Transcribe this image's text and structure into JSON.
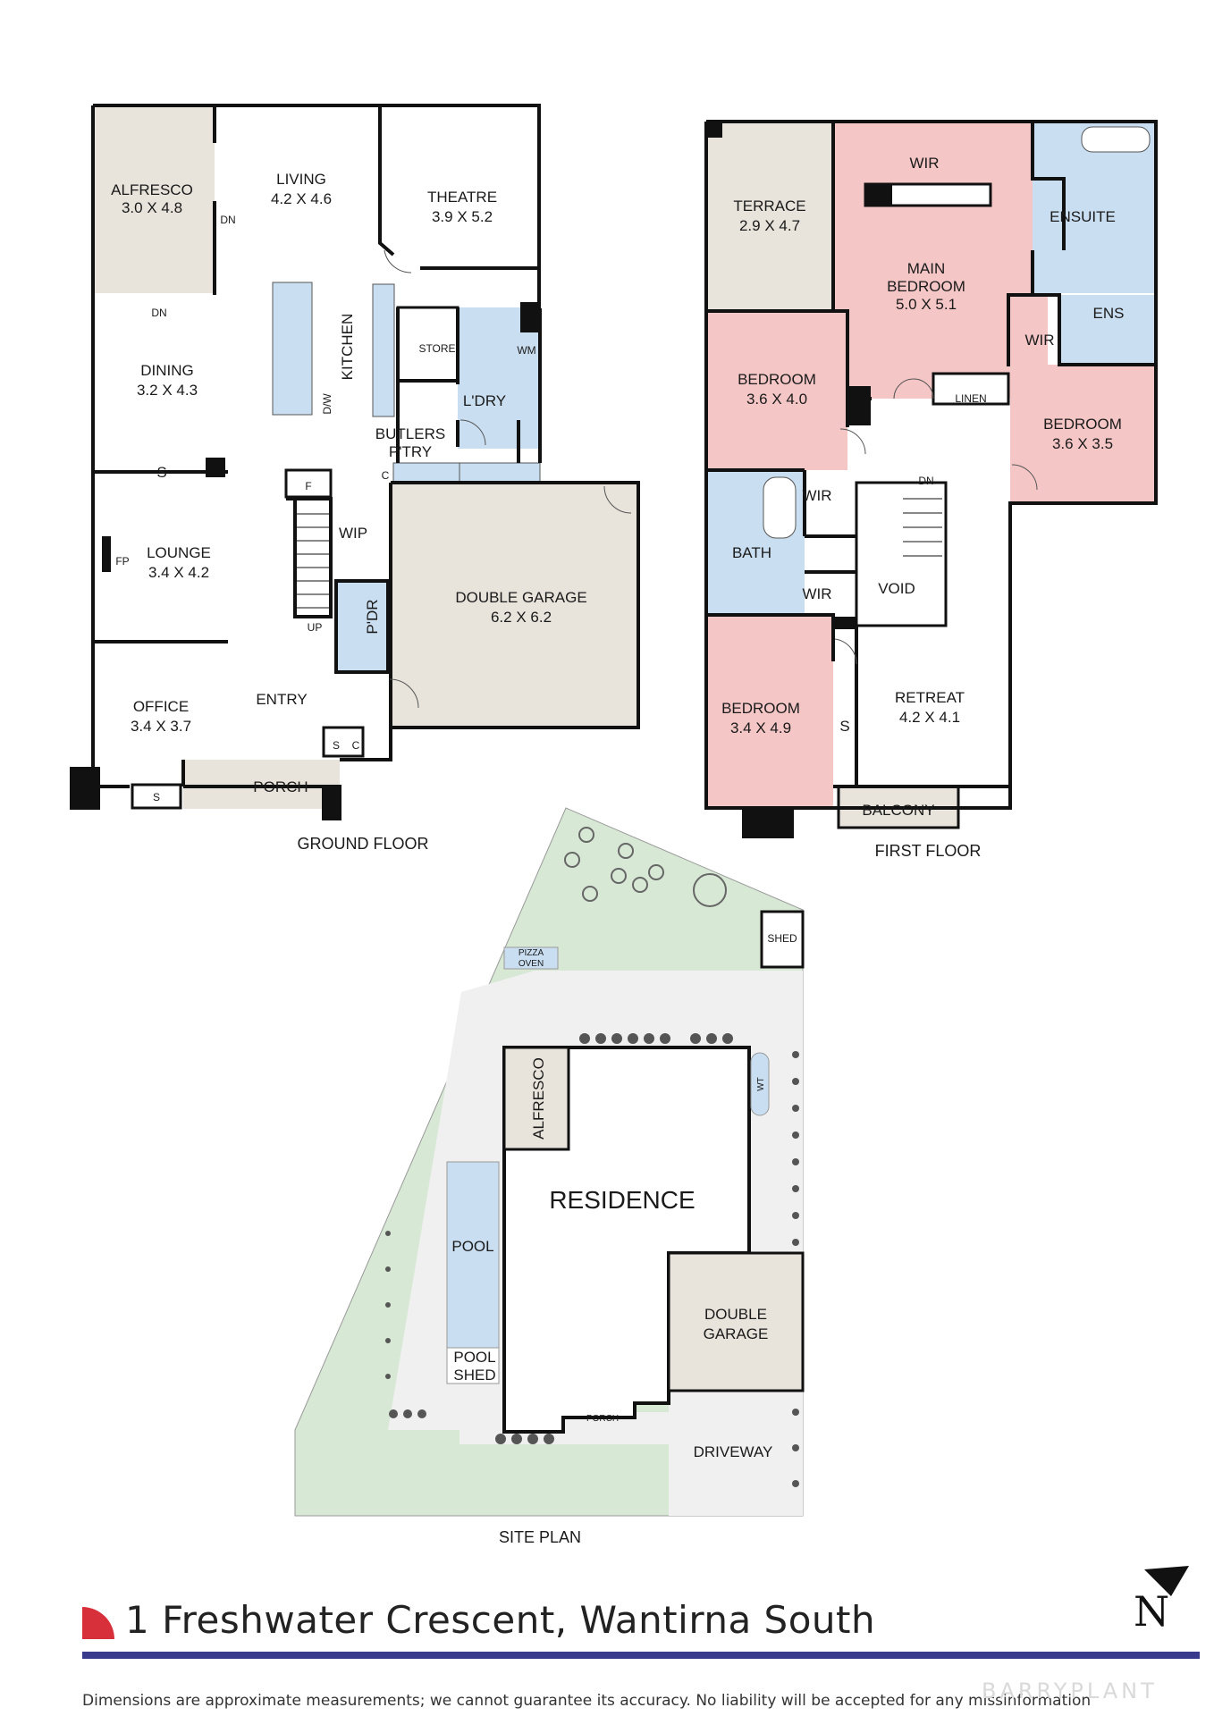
{
  "colors": {
    "wall": "#111111",
    "living": "#ffffff",
    "bedroom": "#f5c6c6",
    "wet": "#c9def0",
    "outdoor": "#e8e4dc",
    "garden": "#d7e8d5",
    "accent_blue": "#3a3a8c",
    "accent_red": "#d8303a"
  },
  "ground_floor": {
    "caption": "GROUND FLOOR",
    "alfresco": {
      "name": "ALFRESCO",
      "dims": "3.0 X 4.8"
    },
    "living": {
      "name": "LIVING",
      "dims": "4.2 X 4.6"
    },
    "theatre": {
      "name": "THEATRE",
      "dims": "3.9 X 5.2"
    },
    "dining": {
      "name": "DINING",
      "dims": "3.2 X 4.3"
    },
    "kitchen": "KITCHEN",
    "dw": "D/W",
    "store": "STORE",
    "wm": "WM",
    "laundry": "L'DRY",
    "butlers_1": "BUTLERS",
    "butlers_2": "P'TRY",
    "c1": "C",
    "f": "F",
    "s1": "S",
    "lounge": {
      "name": "LOUNGE",
      "dims": "3.4 X 4.2"
    },
    "fp": "FP",
    "wip": "WIP",
    "up": "UP",
    "pdr": "P'DR",
    "garage": {
      "name": "DOUBLE GARAGE",
      "dims": "6.2 X 6.2"
    },
    "office": {
      "name": "OFFICE",
      "dims": "3.4 X 3.7"
    },
    "entry": "ENTRY",
    "s2": "S",
    "c2": "C",
    "s3": "S",
    "porch": "PORCH",
    "dn1": "DN",
    "dn2": "DN"
  },
  "first_floor": {
    "caption": "FIRST FLOOR",
    "terrace": {
      "name": "TERRACE",
      "dims": "2.9 X 4.7"
    },
    "wir_main": "WIR",
    "main_bedroom_1": "MAIN",
    "main_bedroom_2": "BEDROOM",
    "main_dims": "5.0 X 5.1",
    "ensuite": "ENSUITE",
    "ens": "ENS",
    "wir_ens": "WIR",
    "bedroom_a": {
      "name": "BEDROOM",
      "dims": "3.6 X 4.0"
    },
    "linen": "LINEN",
    "bedroom_b": {
      "name": "BEDROOM",
      "dims": "3.6 X 3.5"
    },
    "dn": "DN",
    "wir_a": "WIR",
    "bath": "BATH",
    "void": "VOID",
    "wir_c": "WIR",
    "bedroom_c": {
      "name": "BEDROOM",
      "dims": "3.4 X 4.9"
    },
    "retreat": {
      "name": "RETREAT",
      "dims": "4.2 X 4.1"
    },
    "s": "S",
    "balcony": "BALCONY"
  },
  "site_plan": {
    "caption": "SITE PLAN",
    "shed": "SHED",
    "pizza_1": "PIZZA",
    "pizza_2": "OVEN",
    "alfresco": "ALFRESCO",
    "wt": "WT",
    "residence": "RESIDENCE",
    "pool": "POOL",
    "pool_shed_1": "POOL",
    "pool_shed_2": "SHED",
    "garage_1": "DOUBLE",
    "garage_2": "GARAGE",
    "porch": "PORCH",
    "driveway": "DRIVEWAY"
  },
  "footer": {
    "address": "1 Freshwater Crescent, Wantirna South",
    "disclaimer": "Dimensions are approximate measurements; we cannot guarantee its accuracy. No liability will be accepted for any  missinformation",
    "brand": "BARRYPLANT",
    "north": "N"
  }
}
